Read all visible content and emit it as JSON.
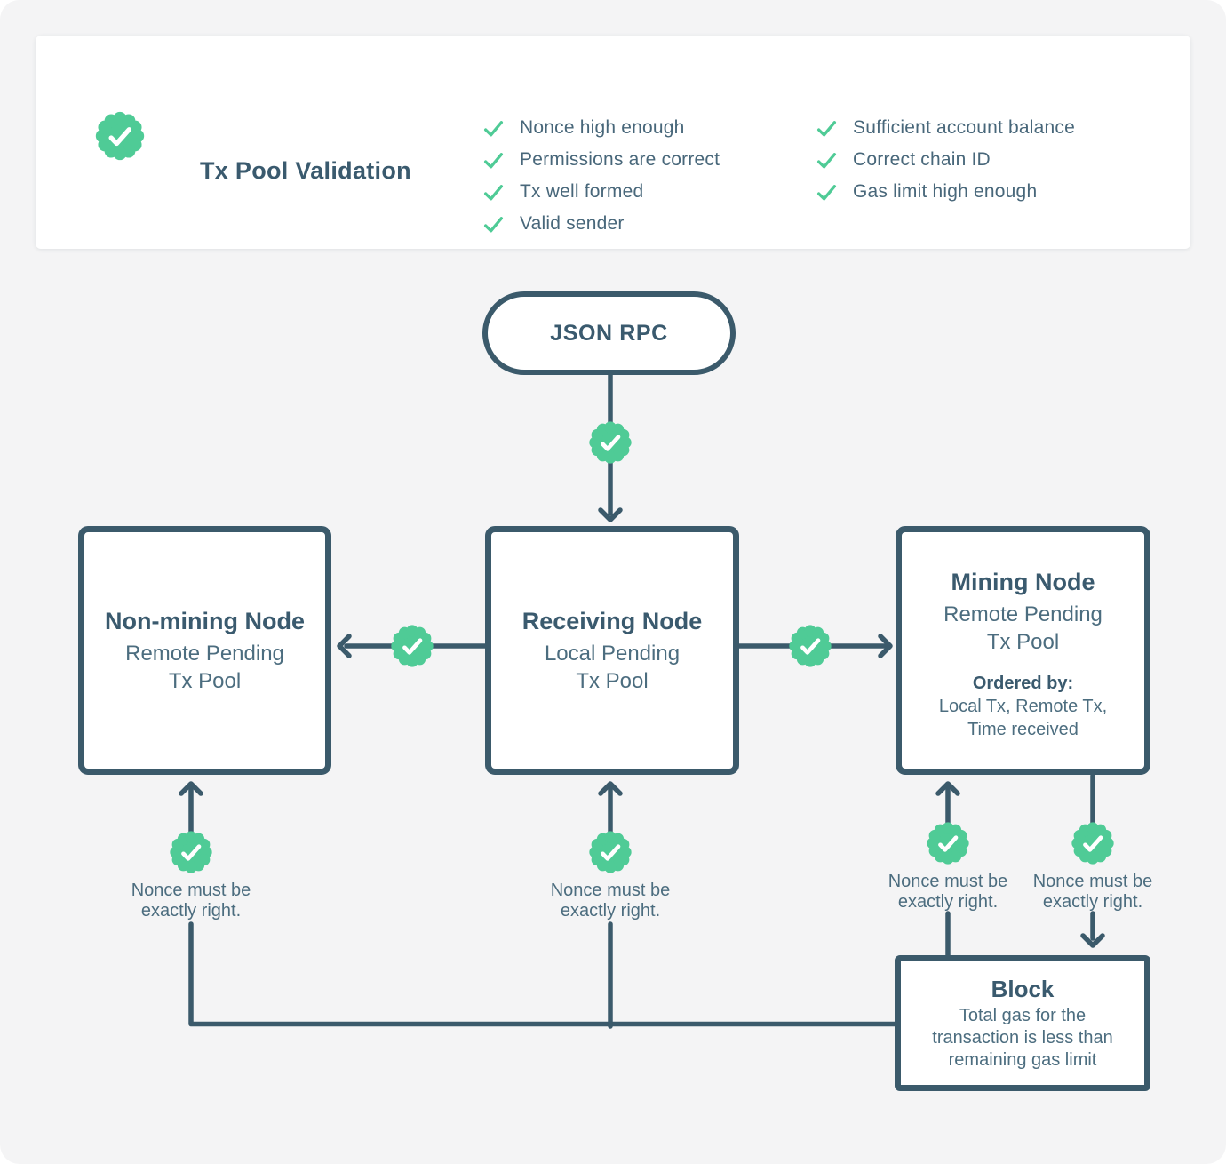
{
  "validation_card": {
    "badge_icon": "seal-check",
    "title": "Tx Pool Validation",
    "checklist_left": [
      "Nonce high enough",
      "Permissions are correct",
      "Tx well formed",
      "Valid sender"
    ],
    "checklist_right": [
      "Sufficient account balance",
      "Correct chain ID",
      "Gas limit high enough"
    ]
  },
  "flow": {
    "json_rpc_label": "JSON RPC",
    "non_mining_node": {
      "title": "Non-mining Node",
      "subtitle_line1": "Remote Pending",
      "subtitle_line2": "Tx Pool"
    },
    "receiving_node": {
      "title": "Receiving Node",
      "subtitle_line1": "Local Pending",
      "subtitle_line2": "Tx Pool"
    },
    "mining_node": {
      "title": "Mining Node",
      "subtitle_line1": "Remote Pending",
      "subtitle_line2": "Tx Pool",
      "ordered_by_label": "Ordered by:",
      "ordered_by_line1": "Local Tx, Remote Tx,",
      "ordered_by_line2": "Time received"
    },
    "block_node": {
      "title": "Block",
      "body_line1": "Total gas for the",
      "body_line2": "transaction is less than",
      "body_line3": "remaining gas limit"
    },
    "nonce_note": {
      "line1": "Nonce must be",
      "line2": "exactly right."
    }
  },
  "colors": {
    "page_bg": "#F4F4F5",
    "card_bg": "#FFFFFF",
    "dark_slate": "#3B5A6B",
    "green": "#4FCB96",
    "title_text": "#3A5A6E",
    "body_text": "#4C6D7F"
  }
}
